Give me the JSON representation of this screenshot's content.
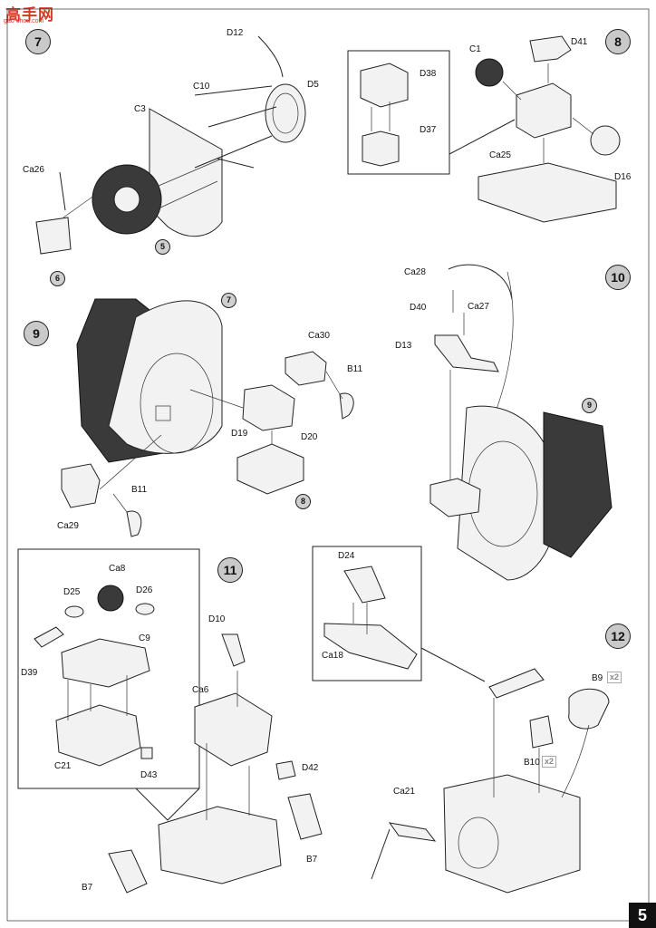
{
  "watermark": {
    "main": "高手网",
    "sub": "gao-shou.com"
  },
  "page_number": "5",
  "steps": [
    {
      "number": "7",
      "labels": [
        "D12",
        "C10",
        "D5",
        "C3",
        "Ca26"
      ],
      "refs": [
        "5",
        "6"
      ]
    },
    {
      "number": "8",
      "labels": [
        "D38",
        "D37",
        "C1",
        "D41",
        "Ca25",
        "D16"
      ]
    },
    {
      "number": "9",
      "labels": [
        "Ca30",
        "B11",
        "D19",
        "D20",
        "B11",
        "Ca29"
      ],
      "refs": [
        "7",
        "8"
      ]
    },
    {
      "number": "10",
      "labels": [
        "Ca28",
        "D40",
        "Ca27",
        "D13"
      ],
      "refs": [
        "9"
      ]
    },
    {
      "number": "11",
      "labels": [
        "Ca8",
        "D25",
        "D26",
        "C9",
        "D39",
        "C21",
        "D43",
        "D10",
        "Ca6",
        "D42",
        "B7",
        "B7"
      ]
    },
    {
      "number": "12",
      "labels": [
        "D24",
        "Ca18",
        "B9",
        "B10",
        "Ca21"
      ],
      "multipliers": [
        "x2",
        "x2"
      ]
    }
  ]
}
